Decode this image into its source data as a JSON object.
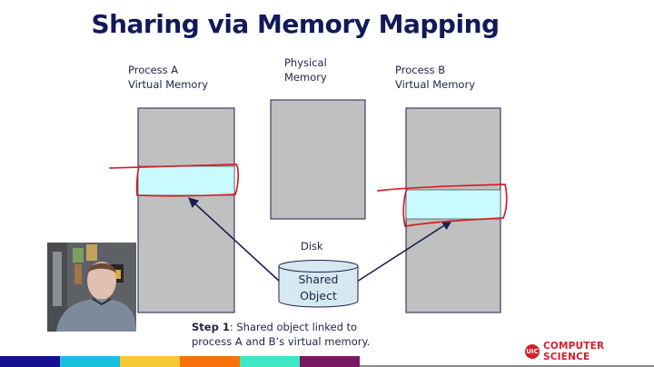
{
  "slide": {
    "title": "Sharing via Memory Mapping",
    "labels": {
      "process_a": [
        "Process A",
        "Virtual Memory"
      ],
      "physical": [
        "Physical",
        "Memory"
      ],
      "process_b": [
        "Process B",
        "Virtual Memory"
      ],
      "disk": "Disk",
      "shared_object": [
        "Shared",
        "Object"
      ]
    },
    "step": {
      "bold": "Step 1",
      "text_line1": ": Shared object linked to",
      "text_line2": "process A and B’s virtual memory."
    },
    "colors": {
      "title": "#12195a",
      "memory_fill": "#c0c0c0",
      "mapped_region": "#c8fafe",
      "annotation": "#d21f26",
      "arrow": "#1a1f4f",
      "cylinder": "#d6e8f0"
    }
  },
  "webcam": {
    "description": "presenter-video-overlay"
  },
  "footer": {
    "brand_logo": "UIC",
    "brand_text": "COMPUTER SCIENCE",
    "color_bar": [
      "#15108f",
      "#18c0dc",
      "#f7c833",
      "#f6720a",
      "#3de8c4",
      "#771a63"
    ]
  }
}
